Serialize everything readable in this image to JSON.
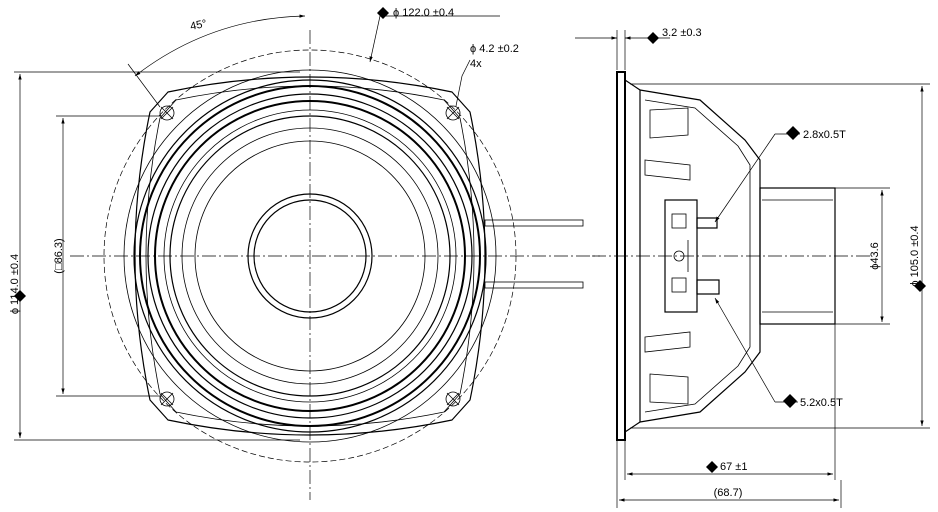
{
  "front_view": {
    "angle_label": "45°",
    "outer_diameter_label": "ϕ 122.0 ±0.4",
    "hole_label_line1": "ϕ 4.2 ±0.2",
    "hole_label_line2": "4x",
    "height_label": "ϕ 114.0 ±0.4",
    "hole_spacing_label": "(□86.3)"
  },
  "side_view": {
    "flange_thickness_label": "3.2 ±0.3",
    "small_terminal_label": "2.8x0.5T",
    "large_terminal_label": "5.2x0.5T",
    "magnet_diameter_label": "ϕ43.6",
    "basket_diameter_label": "ϕ 105.0 ±0.4",
    "depth_label": "67 ±1",
    "overall_depth_label": "(68.7)"
  }
}
